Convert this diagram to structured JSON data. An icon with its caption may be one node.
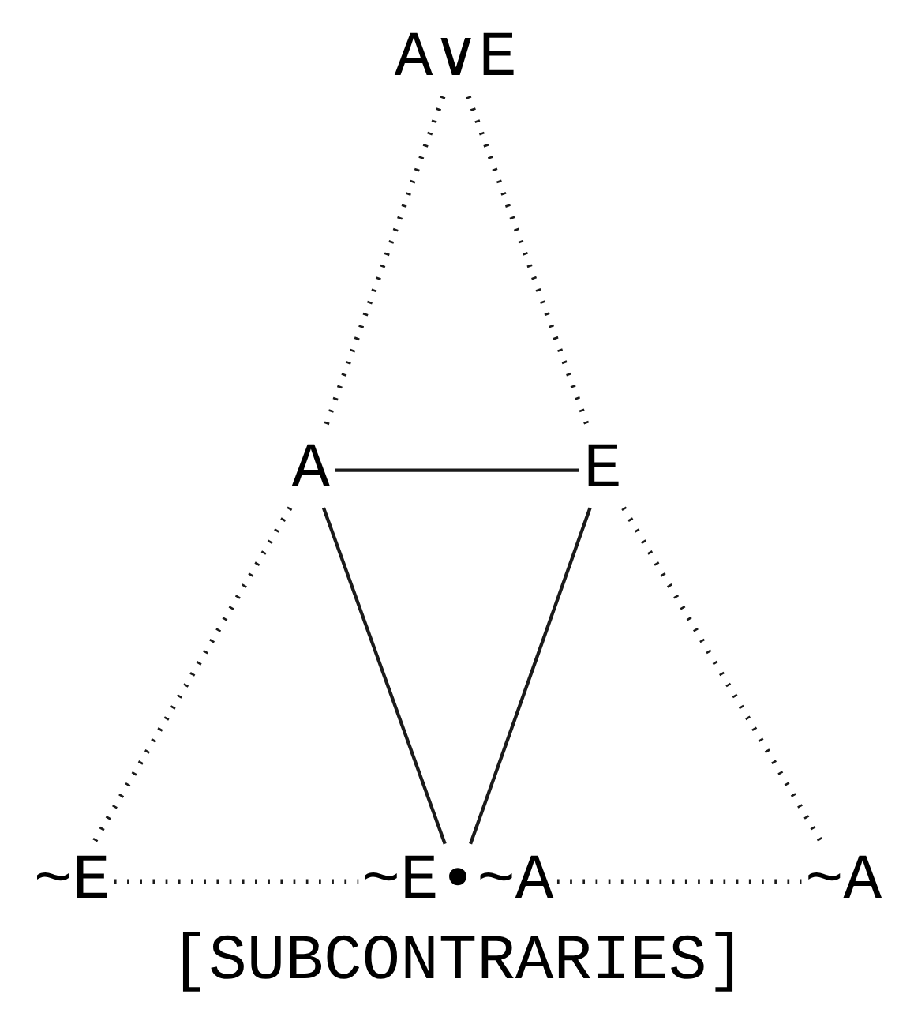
{
  "diagram": {
    "caption": "[SUBCONTRARIES]",
    "nodes": [
      {
        "text": [
          "A∨E"
        ]
      },
      {
        "text": [
          "A"
        ]
      },
      {
        "text": [
          "E"
        ]
      },
      {
        "text": [
          "~E"
        ]
      },
      {
        "text": [
          "~E•~A"
        ]
      },
      {
        "text": [
          "~A"
        ]
      }
    ],
    "edges": [
      {
        "from": 0,
        "to": 1,
        "arrow": "none",
        "style": "dashed"
      },
      {
        "from": 0,
        "to": 2,
        "arrow": "none",
        "style": "dashed"
      },
      {
        "from": 1,
        "to": 2,
        "arrow": "none"
      },
      {
        "from": 1,
        "to": 3,
        "arrow": "none",
        "style": "dashed"
      },
      {
        "from": 1,
        "to": 4,
        "arrow": "none"
      },
      {
        "from": 2,
        "to": 4,
        "arrow": "none"
      },
      {
        "from": 2,
        "to": 5,
        "arrow": "none",
        "style": "dashed"
      },
      {
        "from": 3,
        "to": 4,
        "arrow": "none",
        "style": "dashed"
      },
      {
        "from": 4,
        "to": 5,
        "arrow": "none",
        "style": "dashed"
      }
    ]
  }
}
